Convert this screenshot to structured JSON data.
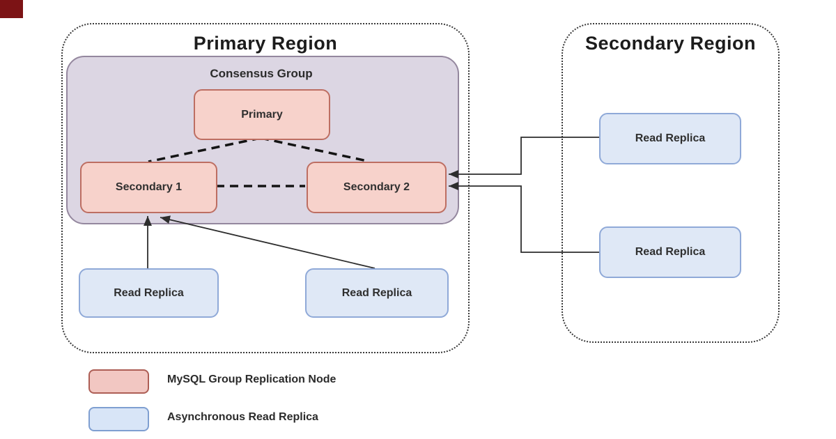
{
  "regions": {
    "primary": {
      "title": "Primary Region",
      "consensus_title": "Consensus Group",
      "primary_node": "Primary",
      "secondary1_node": "Secondary 1",
      "secondary2_node": "Secondary 2",
      "replicas": [
        "Read Replica",
        "Read Replica"
      ]
    },
    "secondary": {
      "title": "Secondary Region",
      "replicas": [
        "Read Replica",
        "Read Replica"
      ]
    }
  },
  "legend": [
    {
      "label": "MySQL Group Replication Node",
      "swatch_fill": "#f2c7c2",
      "swatch_border": "#ad5e55"
    },
    {
      "label": "Asynchronous Read Replica",
      "swatch_fill": "#d8e5f7",
      "swatch_border": "#7f9fd1"
    }
  ],
  "colors": {
    "group_node_fill": "#f7d2cb",
    "group_node_border": "#bd6e62",
    "replica_fill": "#dfe8f6",
    "replica_border": "#8fa9d8",
    "consensus_fill": "#dcd6e3",
    "consensus_border": "#94879e",
    "region_border": "#3a3a3a",
    "connector_line": "#2d2d2d",
    "dashed_link": "#141414",
    "corner_artifact": "#7c1315",
    "background": "#ffffff"
  }
}
